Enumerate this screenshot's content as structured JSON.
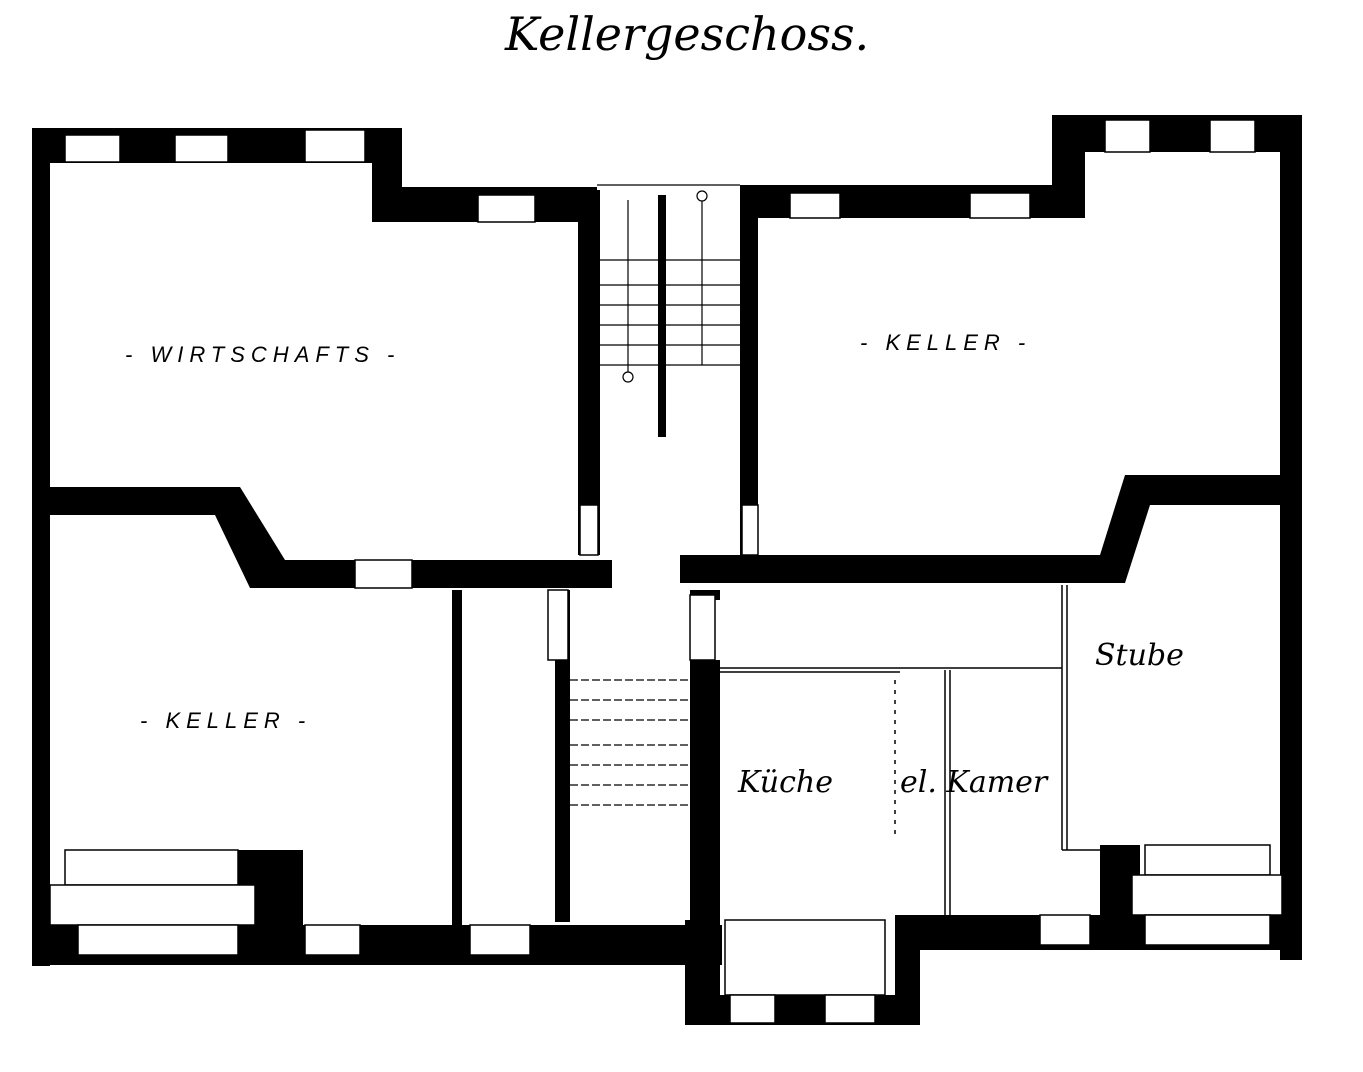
{
  "title": "Kellergeschoss.",
  "rooms": {
    "wirtschafts": "- WIRTSCHAFTS -",
    "keller_right": "- KELLER -",
    "keller_left": "- KELLER -",
    "kueche": "Küche",
    "kammer": "el. Kamer",
    "stube": "Stube"
  },
  "colors": {
    "ink": "#000000",
    "paper": "#ffffff"
  }
}
